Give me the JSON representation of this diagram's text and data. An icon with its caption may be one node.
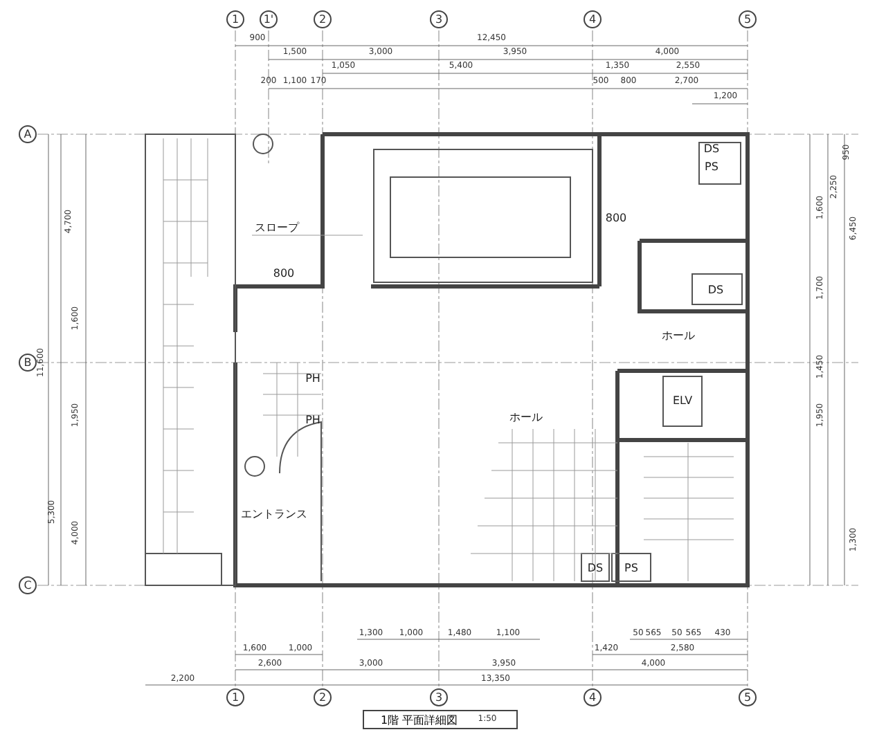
{
  "diagram": {
    "title": "1階 平面詳細図",
    "labels": [
      "1",
      "1'",
      "2",
      "3",
      "4",
      "5",
      "900",
      "12,450",
      "1,500",
      "3,000",
      "3,950",
      "4,000",
      "1,050",
      "5,400",
      "1,350",
      "2,550",
      "200",
      "1,100",
      "170",
      "500",
      "800",
      "2,700",
      "1,200",
      "A",
      "4,700",
      "1,600",
      "11,600",
      "B",
      "1,950",
      "5,300",
      "4,000",
      "C",
      "スロープ",
      "DS",
      "PS",
      "DS",
      "ホール",
      "ELV",
      "ホール",
      "PH",
      "PH",
      "エントランス",
      "DS",
      "PS",
      "800",
      "800",
      "950",
      "2,250",
      "6,450",
      "1,600",
      "1,700",
      "1,450",
      "1,950",
      "1,300",
      "1,300",
      "1,000",
      "1,480",
      "1,100",
      "50",
      "565",
      "50",
      "565",
      "430",
      "1,600",
      "1,000",
      "1,420",
      "2,580",
      "2,600",
      "3,000",
      "3,950",
      "4,000",
      "2,200",
      "13,350",
      "1",
      "2",
      "3",
      "4",
      "5",
      "1:50"
    ]
  }
}
